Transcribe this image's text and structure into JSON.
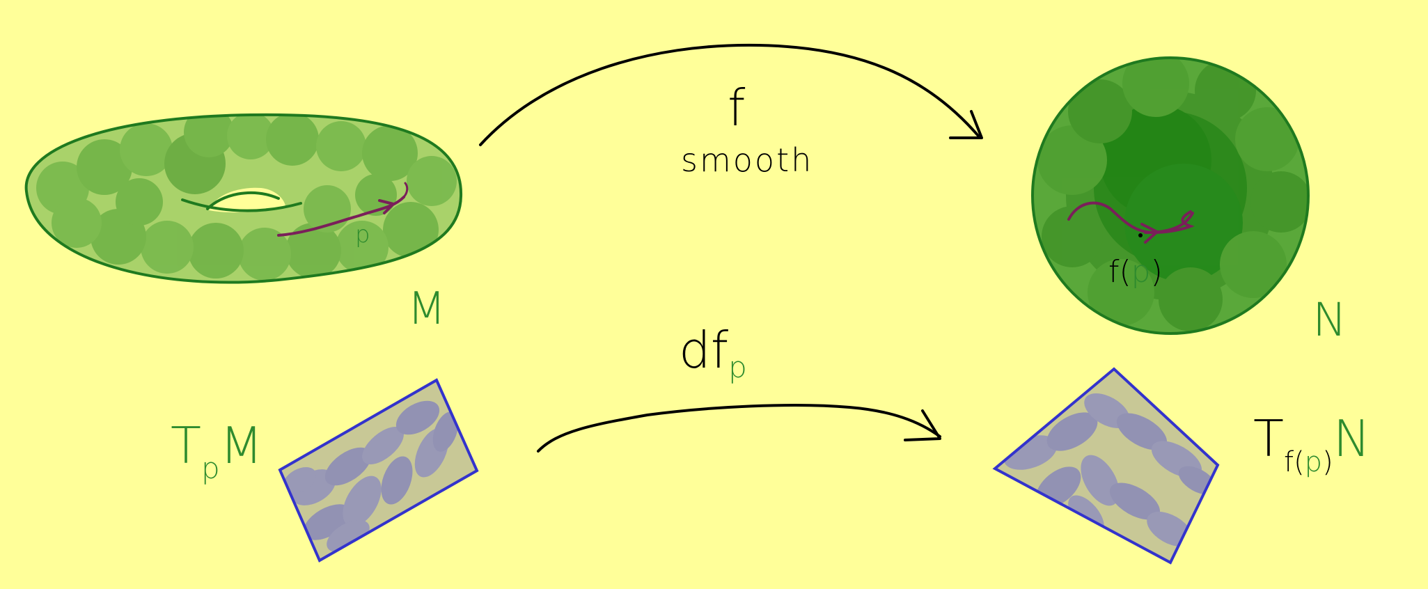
{
  "colors": {
    "background": "#ffff99",
    "manifold_green": "#1f7a1f",
    "manifold_fill": "#7cc04a",
    "manifold_dark": "#2f8f2f",
    "curve_purple": "#7a1f5a",
    "tangent_blue": "#3333cc",
    "tangent_fill": "#b9b98a",
    "ink": "#000000",
    "label_green": "#2e8b2e"
  },
  "labels": {
    "map_f": "f",
    "map_smooth": "smooth",
    "point_p": "p",
    "manifold_M": "M",
    "manifold_N": "N",
    "image_f": "f(",
    "image_close": ")",
    "differential_d": "d",
    "differential_f": "f",
    "differential_sub": "p",
    "tpm_T": "T",
    "tpm_sub": "p",
    "tpm_M": "M",
    "tfn_T": "T",
    "tfn_sub_f": "f(",
    "tfn_sub_p": "p",
    "tfn_sub_close": ")",
    "tfn_N": "N"
  }
}
